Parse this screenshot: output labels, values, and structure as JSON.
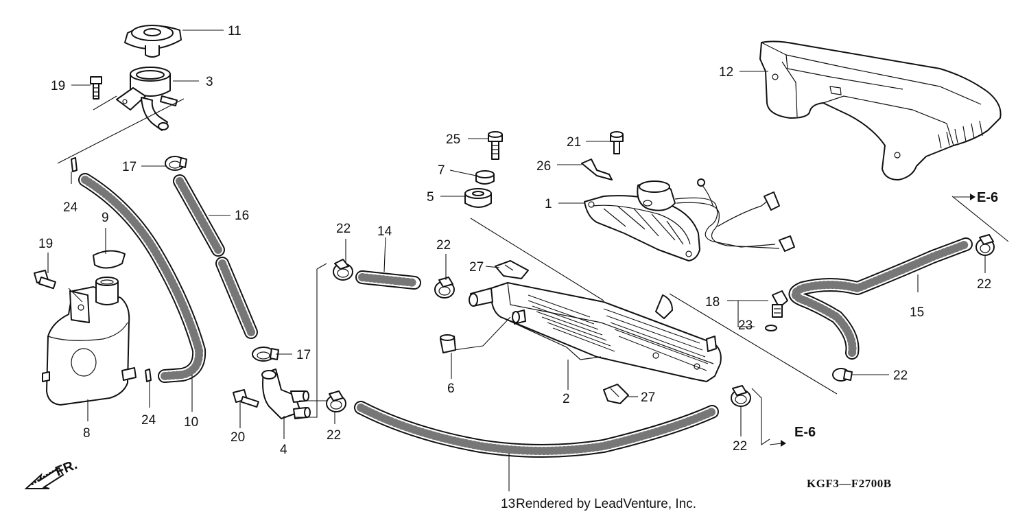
{
  "callouts": {
    "c1": "1",
    "c2": "2",
    "c3": "3",
    "c4": "4",
    "c5": "5",
    "c6": "6",
    "c7": "7",
    "c8": "8",
    "c9": "9",
    "c10": "10",
    "c11": "11",
    "c12": "12",
    "c13": "13",
    "c14": "14",
    "c15": "15",
    "c16": "16",
    "c17a": "17",
    "c17b": "17",
    "c18": "18",
    "c19a": "19",
    "c19b": "19",
    "c20": "20",
    "c21": "21",
    "c22a": "22",
    "c22b": "22",
    "c22c": "22",
    "c22d": "22",
    "c22e": "22",
    "c22f": "22",
    "c23": "23",
    "c24a": "24",
    "c24b": "24",
    "c25": "25",
    "c26": "26",
    "c27a": "27",
    "c27b": "27"
  },
  "references": {
    "e6_top": "E-6",
    "e6_bottom": "E-6"
  },
  "front_indicator": "FR.",
  "diagram_code": "KGF3—F2700B",
  "credit": "Rendered by LeadVenture, Inc."
}
